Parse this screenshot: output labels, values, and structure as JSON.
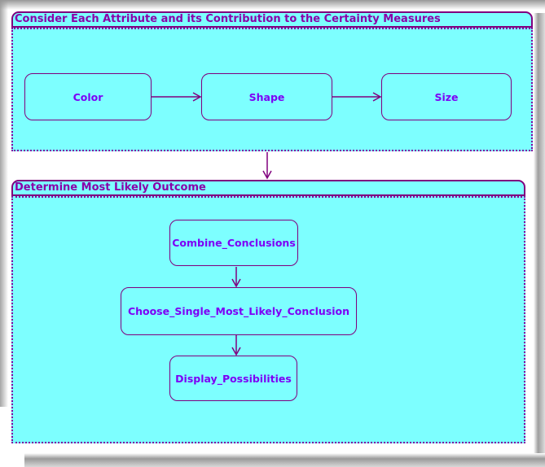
{
  "diagram": {
    "panels": [
      {
        "title": "Consider Each Attribute and its Contribution to the Certainty Measures",
        "nodes": [
          {
            "label": "Color"
          },
          {
            "label": "Shape"
          },
          {
            "label": "Size"
          }
        ]
      },
      {
        "title": "Determine Most Likely Outcome",
        "nodes": [
          {
            "label": "Combine_Conclusions"
          },
          {
            "label": "Choose_Single_Most_Likely_Conclusion"
          },
          {
            "label": "Display_Possibilities"
          }
        ]
      }
    ],
    "connections": [
      {
        "from": "Color",
        "to": "Shape"
      },
      {
        "from": "Shape",
        "to": "Size"
      },
      {
        "from": "Consider Each Attribute and its Contribution to the Certainty Measures",
        "to": "Determine Most Likely Outcome"
      },
      {
        "from": "Combine_Conclusions",
        "to": "Choose_Single_Most_Likely_Conclusion"
      },
      {
        "from": "Choose_Single_Most_Likely_Conclusion",
        "to": "Display_Possibilities"
      }
    ],
    "colors": {
      "panel_fill": "#7dffff",
      "panel_border_solid": "#80007e",
      "panel_border_dotted": "#8000a0",
      "title_text": "#8a00a8",
      "node_text": "#7d00f5",
      "arrow": "#80007e"
    }
  }
}
